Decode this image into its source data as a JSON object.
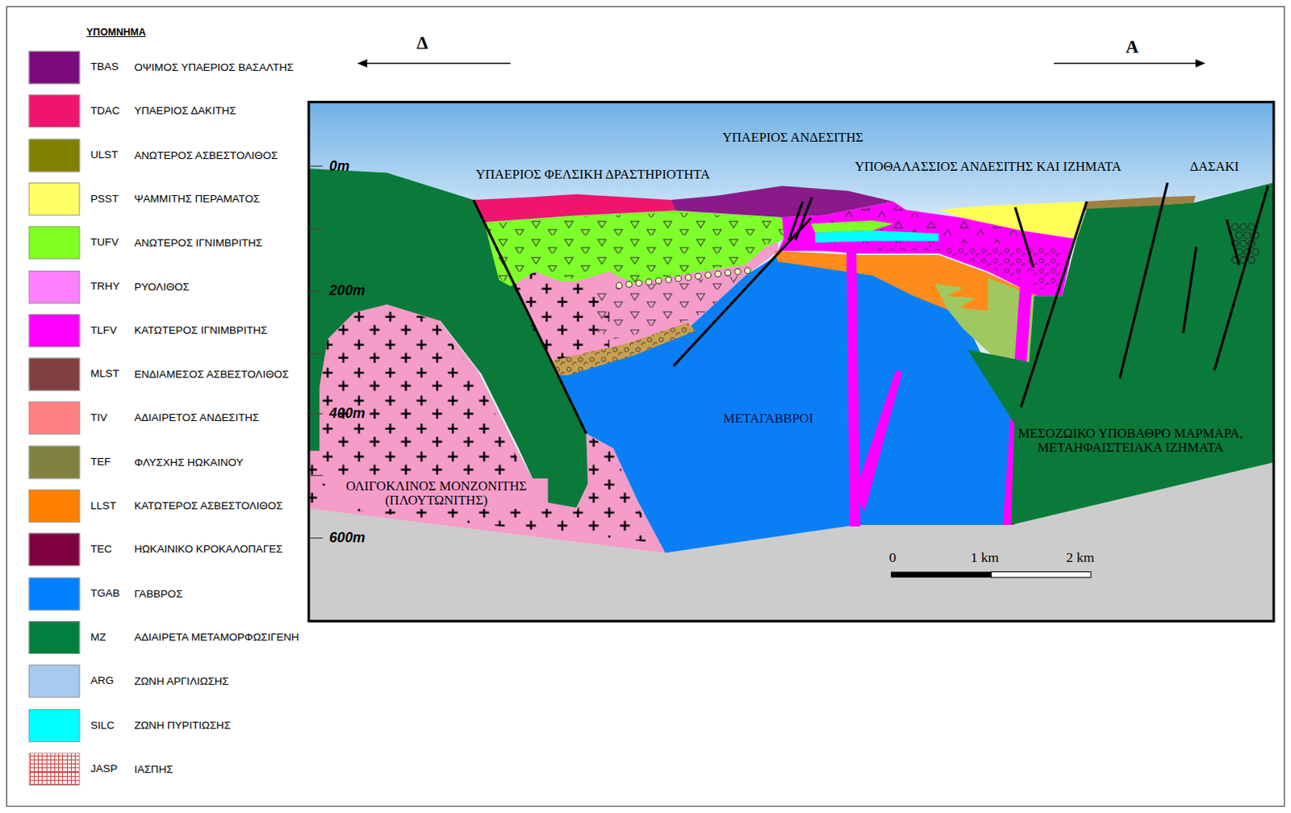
{
  "diagram": {
    "labels": [
      "ΥΠΟΜΝΗΜΑ",
      "TBAS",
      "TDAC",
      "ULST",
      "PSST",
      "TUFV",
      "TRHY",
      "TLFV",
      "MLST",
      "TIV",
      "TEF",
      "LLST",
      "TEC",
      "TGAB",
      "MZ",
      "ARG",
      "SILC",
      "JASP",
      "Δ",
      "Α",
      "ΥΠΑΕΡΙΟΣ ΑΝΔΕΣΙΤΗΣ",
      "ΥΠΑΕΡΙΟΣ ΦΕΛΣΙΚΗ ΔΡΑΣΤΗΡΙΟΤΗΤΑ",
      "ΥΠΟΘΑΛΑΣΣΙΟΣ ΑΝΔΕΣΙΤΗΣ ΚΑΙ ΙΖΗΜΑΤΑ",
      "ΔΑΣΑΚΙ",
      "0m",
      "200m",
      "400m",
      "600m",
      "ΜΕΤΑΓΑΒΒΡΟΙ",
      "ΜΕΣΟΖΩΙΚΟ ΥΠΟΒΑΘΡΟ ΜΑΡΜΑΡΑ, ΜΕΤΑΗΦΑΙΣΤΕΙΑΚΑ ΙΖΗΜΑΤΑ",
      "ΟΛΙΓΟΚΛΙΝΟΣ ΜΟΝΖΟΝΙΤΗΣ (ΠΛΟΥΤΩΝΙΤΗΣ)",
      "0",
      "1 km",
      "2 km"
    ],
    "legend": [
      {
        "text": "ΟΨΙΜΟΣ ΥΠΑΕΡΙΟΣ ΒΑΣΑΛΤΗΣ",
        "color": "#7a0a7a"
      },
      {
        "text": "ΥΠΑΕΡΙΟΣ ΔΑΚΙΤΗΣ",
        "color": "#f0146e"
      },
      {
        "text": "ΑΝΩΤΕΡΟΣ ΑΣΒΕΣΤΟΛΙΘΟΣ",
        "color": "#7f7f00"
      },
      {
        "text": "ΨΑΜΜΙΤΗΣ ΠΕΡΑΜΑΤΟΣ",
        "color": "#ffff66"
      },
      {
        "text": "ΑΝΩΤΕΡΟΣ ΙΓΝΙΜΒΡΙΤΗΣ",
        "color": "#80ff20"
      },
      {
        "text": "ΡΥΟΛΙΘΟΣ",
        "color": "#ff80ff"
      },
      {
        "text": "ΚΑΤΩΤΕΡΟΣ ΙΓΝΙΜΒΡΙΤΗΣ",
        "color": "#ff00ff"
      },
      {
        "text": "ΕΝΔΙΑΜΕΣΟΣ ΑΣΒΕΣΤΟΛΙΘΟΣ",
        "color": "#804040"
      },
      {
        "text": "ΑΔΙΑΙΡΕΤΟΣ ΑΝΔΕΣΙΤΗΣ",
        "color": "#ff8080"
      },
      {
        "text": "ΦΛΥΣΧΗΣ ΗΩΚΑΙΝΟΥ",
        "color": "#808040"
      },
      {
        "text": "ΚΑΤΩΤΕΡΟΣ ΑΣΒΕΣΤΟΛΙΘΟΣ",
        "color": "#ff8000"
      },
      {
        "text": "ΗΩΚΑΙΝΙΚΟ ΚΡΟΚΑΛΟΠΑΓΕΣ",
        "color": "#800040"
      },
      {
        "text": "ΓΑΒΒΡΟΣ",
        "color": "#0080ff"
      },
      {
        "text": "ΑΔΙΑΙΡΕΤΑ ΜΕΤΑΜΟΡΦΩΣΙΓΕΝΗ",
        "color": "#007f3f"
      },
      {
        "text": "ΖΩΝΗ ΑΡΓΙΛΙΩΣΗΣ",
        "color": "#a6caf0"
      },
      {
        "text": "ΖΩΝΗ ΠΥΡΙΤΙΩΣΗΣ",
        "color": "#00ffff"
      },
      {
        "text": "ΙΑΣΠΗΣ"
      }
    ]
  }
}
